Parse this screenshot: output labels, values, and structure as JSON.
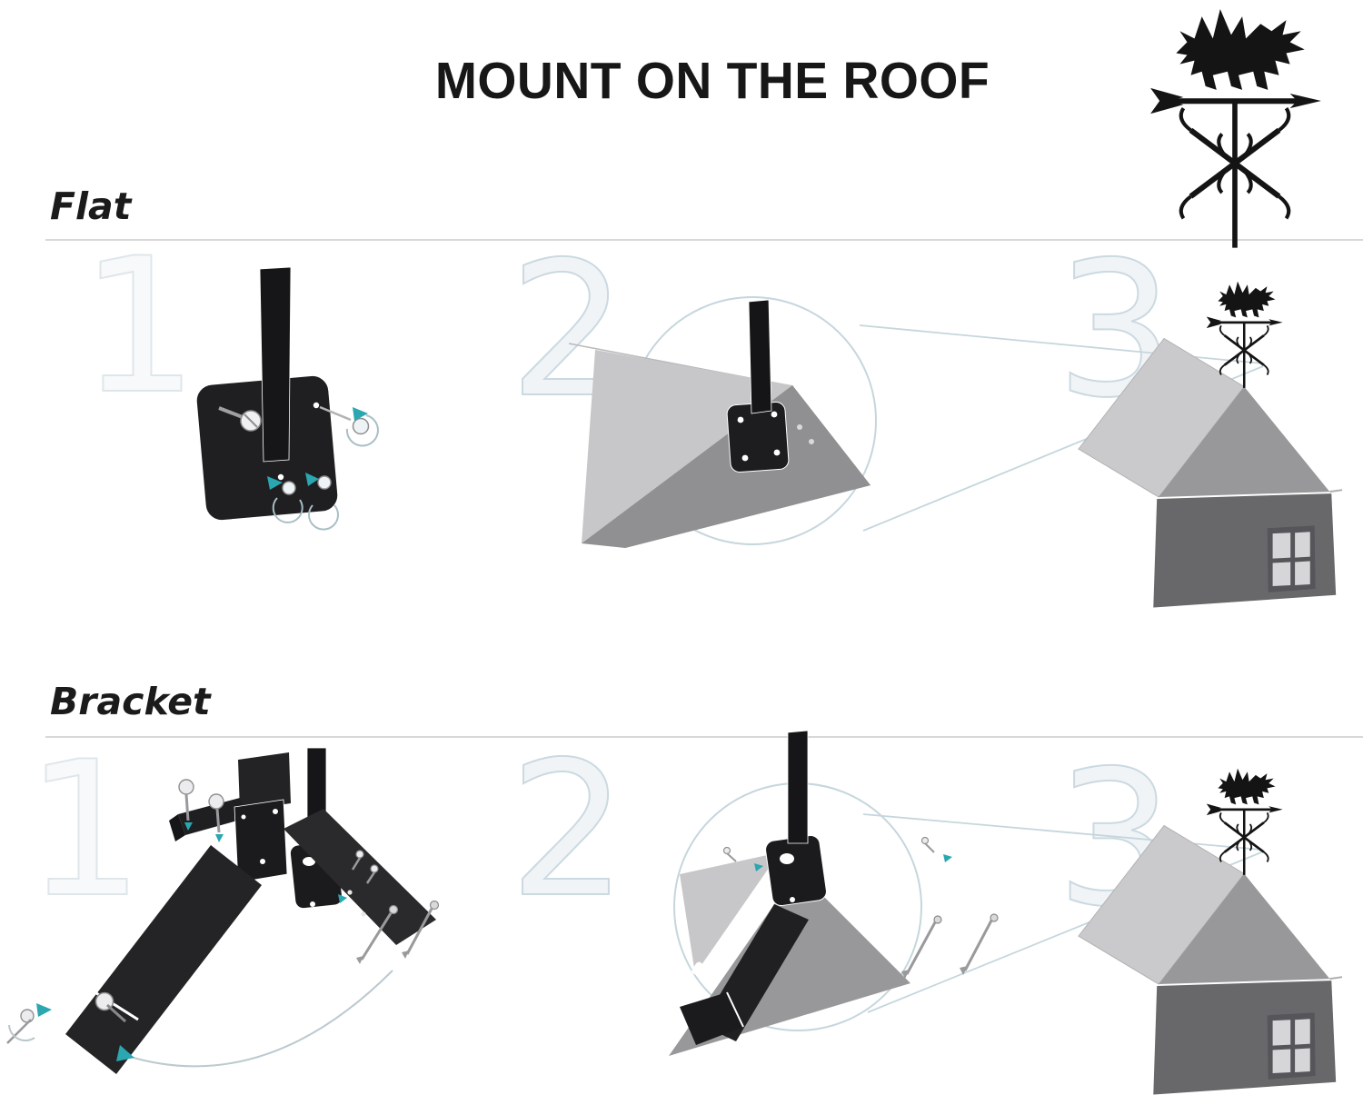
{
  "header": {
    "title": "MOUNT ON THE ROOF"
  },
  "sections": [
    {
      "label": "Flat",
      "steps": [
        {
          "number": "1"
        },
        {
          "number": "2"
        },
        {
          "number": "3"
        }
      ]
    },
    {
      "label": "Bracket",
      "steps": [
        {
          "number": "1"
        },
        {
          "number": "2"
        },
        {
          "number": "3"
        }
      ]
    }
  ],
  "icons": {
    "header_icon": "dragon-weathervane",
    "step3_icon": "house-with-weathervane",
    "callout_icon": "magnifier-circle",
    "fastener_icon": "screw-with-rotation-arrow"
  },
  "colors": {
    "background": "#ffffff",
    "ink_black": "#1b1b1d",
    "accent_teal": "#2aa7b0",
    "callout_blue": "#c6d6dd",
    "number_outline": "#cbd9e1",
    "divider_gray": "#d8d8d8",
    "roof_dark": "#909092",
    "roof_light": "#c7c7c9",
    "house_wall": "#68686a",
    "house_gable": "#98989a",
    "screw_gray": "#9a9a9c"
  }
}
